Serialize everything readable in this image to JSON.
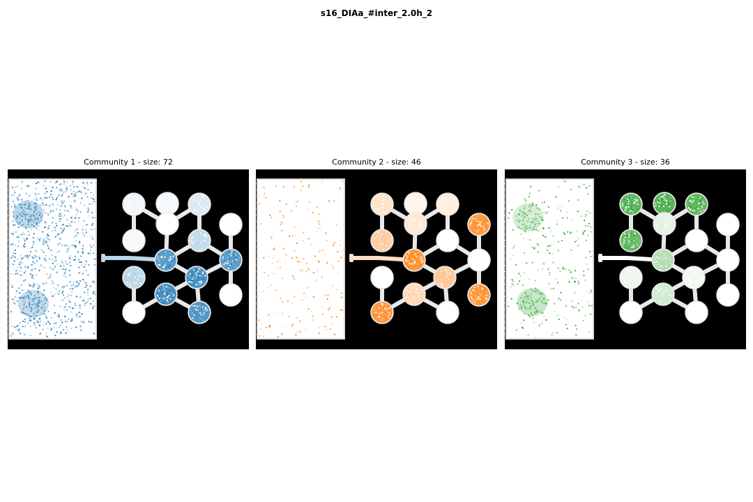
{
  "figure": {
    "title": "s16_DIAa_#inter_2.0h_2"
  },
  "panels": [
    {
      "title": "Community 1 - size: 72",
      "color": "#1f77b4",
      "rect_density": 0.11,
      "rect_blobs": [
        [
          0.22,
          0.22,
          0.9
        ],
        [
          0.28,
          0.78,
          0.8
        ]
      ],
      "node_levels": [
        0.08,
        0.05,
        0.18,
        0.05,
        0.02,
        0.3,
        0.0,
        0.85,
        0.95,
        0.85,
        0.35,
        0.95,
        0.0,
        0.0,
        0.9
      ],
      "connector_level": 0.3
    },
    {
      "title": "Community 2 - size: 46",
      "color": "#ff7f0e",
      "rect_density": 0.025,
      "rect_blobs": [],
      "node_levels": [
        0.25,
        0.1,
        0.15,
        0.45,
        0.2,
        0.0,
        0.95,
        0.95,
        0.5,
        0.0,
        0.0,
        0.35,
        0.95,
        0.95,
        0.0
      ],
      "connector_level": 0.25
    },
    {
      "title": "Community 3 - size: 36",
      "color": "#2ca02c",
      "rect_density": 0.035,
      "rect_blobs": [
        [
          0.25,
          0.24,
          0.6
        ],
        [
          0.3,
          0.77,
          0.85
        ]
      ],
      "node_levels": [
        0.9,
        0.95,
        0.9,
        0.85,
        0.15,
        0.0,
        0.0,
        0.4,
        0.08,
        0.0,
        0.1,
        0.25,
        0.0,
        0.0,
        0.0
      ],
      "connector_level": 0.0
    }
  ]
}
